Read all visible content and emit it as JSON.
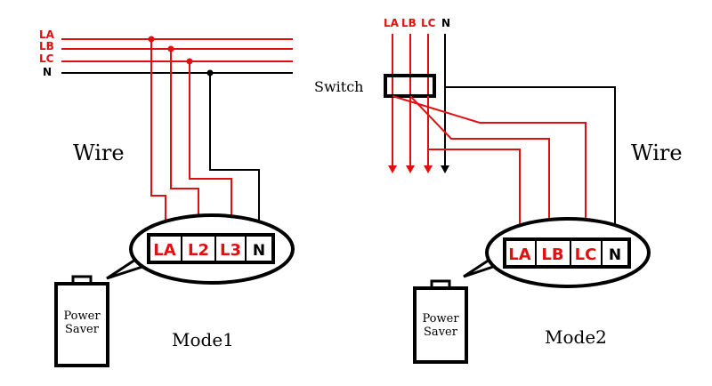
{
  "colors": {
    "live": "#e01010",
    "neutral": "#000000"
  },
  "mode1": {
    "bus_labels": [
      "LA",
      "LB",
      "LC",
      "N"
    ],
    "wire_label": "Wire",
    "terminals": [
      "LA",
      "L2",
      "L3",
      "N"
    ],
    "device_label_line1": "Power",
    "device_label_line2": "Saver",
    "mode_label": "Mode1"
  },
  "mode2": {
    "bus_labels": [
      "LA",
      "LB",
      "LC",
      "N"
    ],
    "switch_label": "Switch",
    "wire_label": "Wire",
    "terminals": [
      "LA",
      "LB",
      "LC",
      "N"
    ],
    "device_label_line1": "Power",
    "device_label_line2": "Saver",
    "mode_label": "Mode2"
  }
}
